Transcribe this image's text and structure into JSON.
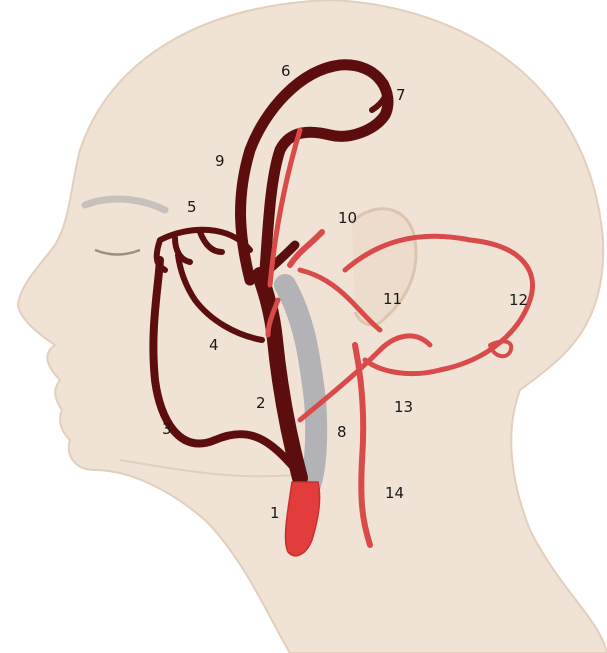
{
  "figure": {
    "colors": {
      "background": "#ffffff",
      "skin": "#f0e2d4",
      "skin_outline": "#e2cfbd",
      "vein_dark": "#5c0e0e",
      "artery_red": "#d94a4a",
      "artery_bright": "#e23c3c",
      "vessel_grey": "#b3b3b7"
    },
    "labels": [
      {
        "id": "1",
        "text": "1"
      },
      {
        "id": "2",
        "text": "2"
      },
      {
        "id": "3",
        "text": "3"
      },
      {
        "id": "4",
        "text": "4"
      },
      {
        "id": "5",
        "text": "5"
      },
      {
        "id": "6",
        "text": "6"
      },
      {
        "id": "7",
        "text": "7"
      },
      {
        "id": "8",
        "text": "8"
      },
      {
        "id": "9",
        "text": "9"
      },
      {
        "id": "10",
        "text": "10"
      },
      {
        "id": "11",
        "text": "11"
      },
      {
        "id": "12",
        "text": "12"
      },
      {
        "id": "13",
        "text": "13"
      },
      {
        "id": "14",
        "text": "14"
      }
    ]
  }
}
